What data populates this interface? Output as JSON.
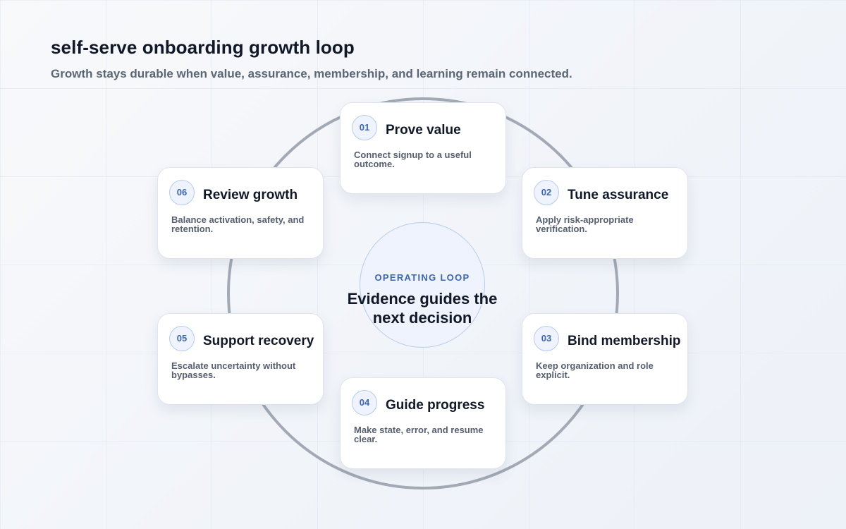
{
  "header": {
    "title": "self-serve onboarding growth loop",
    "subtitle": "Growth stays durable when value, assurance, membership, and learning remain connected."
  },
  "center": {
    "kicker": "OPERATING LOOP",
    "text": "Evidence guides the next decision"
  },
  "steps": [
    {
      "number": "01",
      "title": "Prove value",
      "description": "Connect signup to a useful outcome."
    },
    {
      "number": "02",
      "title": "Tune assurance",
      "description": "Apply risk-appropriate verification."
    },
    {
      "number": "03",
      "title": "Bind membership",
      "description": "Keep organization and role explicit."
    },
    {
      "number": "04",
      "title": "Guide progress",
      "description": "Make state, error, and resume clear."
    },
    {
      "number": "05",
      "title": "Support recovery",
      "description": "Escalate uncertainty without bypasses."
    },
    {
      "number": "06",
      "title": "Review growth",
      "description": "Balance activation, safety, and retention."
    }
  ],
  "colors": {
    "accent": "#3b66b3",
    "ring": "#a3aab6",
    "title": "#111827",
    "muted": "#5b6677"
  }
}
